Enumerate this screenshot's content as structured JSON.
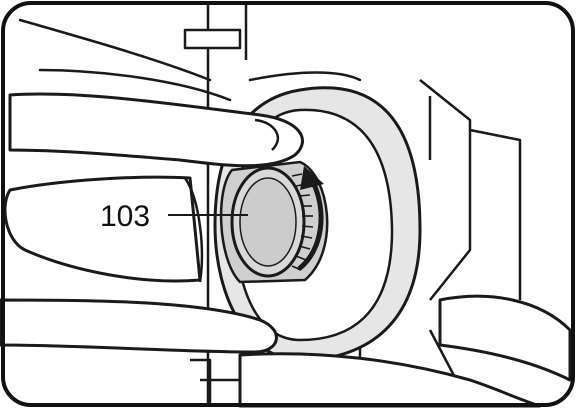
{
  "figure": {
    "callout_label": "103",
    "callout_target": "focus-knob",
    "rotation_direction": "counter-clockwise",
    "colors": {
      "line": "#1a1a1a",
      "hand_fill": "#ffffff",
      "ring_fill": "#e6e6e6",
      "knob_fill": "#d9d9d9",
      "knob_shadow": "#a8a8a8",
      "background": "#ffffff"
    }
  }
}
